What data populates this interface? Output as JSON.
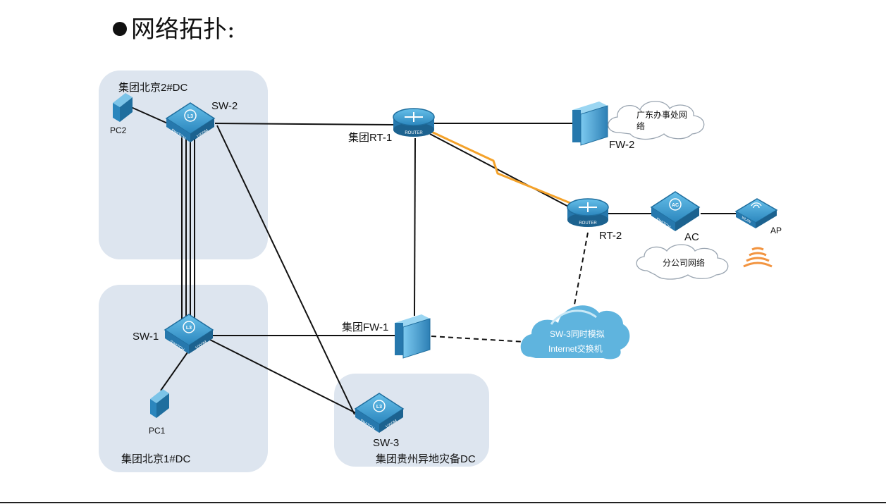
{
  "title": "网络拓扑:",
  "zones": {
    "bj2": "集团北京2#DC",
    "bj1": "集团北京1#DC",
    "gz": "集团贵州异地灾备DC"
  },
  "nodes": {
    "sw2": "SW-2",
    "sw1": "SW-1",
    "sw3": "SW-3",
    "pc2": "PC2",
    "pc1": "PC1",
    "rt1": "集团RT-1",
    "rt2": "RT-2",
    "fw1": "集团FW-1",
    "fw2": "FW-2",
    "ac": "AC",
    "ap": "AP"
  },
  "clouds": {
    "guangdong": "广东办事处网络",
    "guangdong_line1": "广东办事处网",
    "guangdong_line2": "络",
    "branch": "分公司网络",
    "internet_line1": "SW-3同时模拟",
    "internet_line2": "Internet交换机"
  },
  "device_text": {
    "router": "ROUTER",
    "switch": "SWITCH",
    "speed": "1000M",
    "l3": "L3",
    "ac": "AC",
    "wlan": "WLAN"
  },
  "colors": {
    "zone": "#dde5ef",
    "device": "#3d9bd0",
    "device_dark": "#1f6e9e",
    "serial_link": "#f4a22a",
    "cloud_internet": "#5fb4de",
    "wifi": "#f29440"
  }
}
